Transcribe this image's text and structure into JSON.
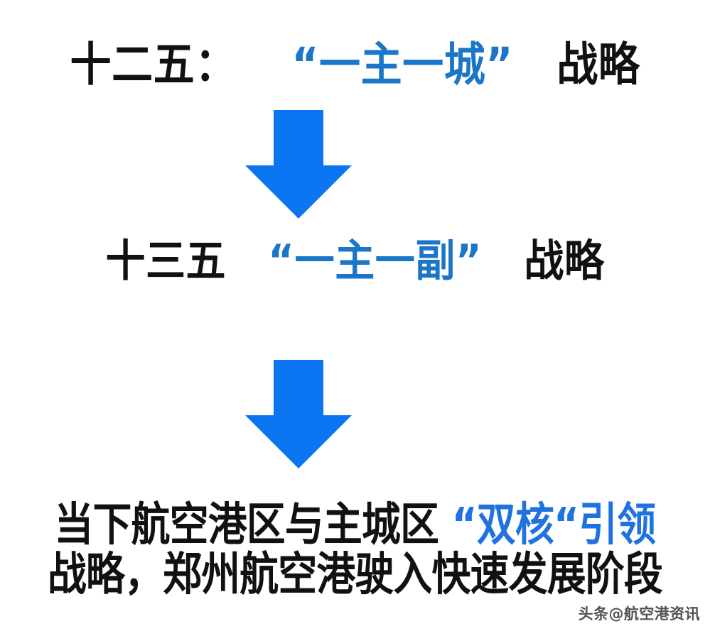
{
  "meta": {
    "background_color": "#ffffff",
    "accent_blue": "#1c76c8",
    "accent_blue_bright": "#1f72e0",
    "arrow_blue": "#0b74f0",
    "text_black": "#111111"
  },
  "diagram": {
    "type": "vertical-flow",
    "orientation": "top-to-bottom",
    "stage_count": 3,
    "connector_count": 2,
    "stages": [
      {
        "id": "stage-1",
        "index": 1,
        "segments": [
          {
            "text": "十二五：",
            "color": "black"
          },
          {
            "text": "“一主一城”",
            "color": "blue"
          },
          {
            "text": "战略",
            "color": "black"
          }
        ],
        "plain_text": "十二五：“一主一城”战略"
      },
      {
        "id": "stage-2",
        "index": 2,
        "segments": [
          {
            "text": "十三五",
            "color": "black"
          },
          {
            "text": "“一主一副”",
            "color": "blue"
          },
          {
            "text": "战略",
            "color": "black"
          }
        ],
        "plain_text": "十三五“一主一副”战略"
      },
      {
        "id": "stage-3",
        "index": 3,
        "lines": [
          {
            "segments": [
              {
                "text": "当下航空港区与主城区",
                "color": "black"
              },
              {
                "text": "“双核“引领",
                "color": "blue-bright"
              }
            ],
            "plain_text": "当下航空港区与主城区“双核“引领"
          },
          {
            "segments": [
              {
                "text": "战略，郑州航空港驶入快速发展阶段",
                "color": "black"
              }
            ],
            "plain_text": "战略，郑州航空港驶入快速发展阶段"
          }
        ]
      }
    ],
    "connectors": [
      {
        "id": "connector-1",
        "icon": "down-arrow-icon",
        "from": "stage-1",
        "to": "stage-2",
        "color": "#0b74f0"
      },
      {
        "id": "connector-2",
        "icon": "down-arrow-icon",
        "from": "stage-2",
        "to": "stage-3",
        "color": "#0b74f0"
      }
    ]
  },
  "watermark": {
    "text": "头条@航空港资讯",
    "platform": "头条",
    "account": "@航空港资讯"
  }
}
